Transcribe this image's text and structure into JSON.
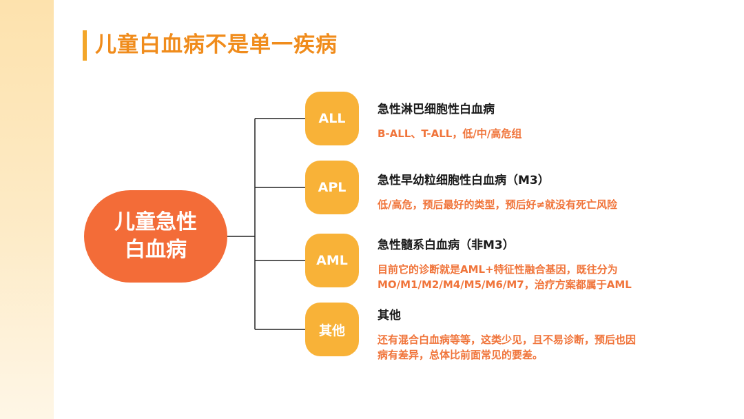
{
  "title": "儿童白血病不是单一疾病",
  "root": {
    "line1": "儿童急性",
    "line2": "白血病"
  },
  "branches": [
    {
      "tag": "ALL",
      "title": "急性淋巴细胞性白血病",
      "desc": [
        "B-ALL、T-ALL，低/中/高危组"
      ]
    },
    {
      "tag": "APL",
      "title": "急性早幼粒细胞性白血病（M3）",
      "desc": [
        "低/高危，预后最好的类型，预后好≠就没有死亡风险"
      ]
    },
    {
      "tag": "AML",
      "title": "急性髓系白血病（非M3）",
      "desc": [
        "目前它的诊断就是AML+特征性融合基因，既往分为",
        "MO/M1/M2/M4/M5/M6/M7，治疗方案都属于AML"
      ]
    },
    {
      "tag": "其他",
      "title": "其他",
      "desc": [
        "还有混合白血病等等，这类少见，且不易诊断，预后也因",
        "病有差异，总体比前面常见的要差。"
      ]
    }
  ],
  "colors": {
    "title": "#f08c1c",
    "accent_bar": "#f3a629",
    "root_fill": "#f36c38",
    "pill_fill": "#f8b238",
    "desc_text": "#f0743a",
    "side_band": "#fde2ad"
  }
}
